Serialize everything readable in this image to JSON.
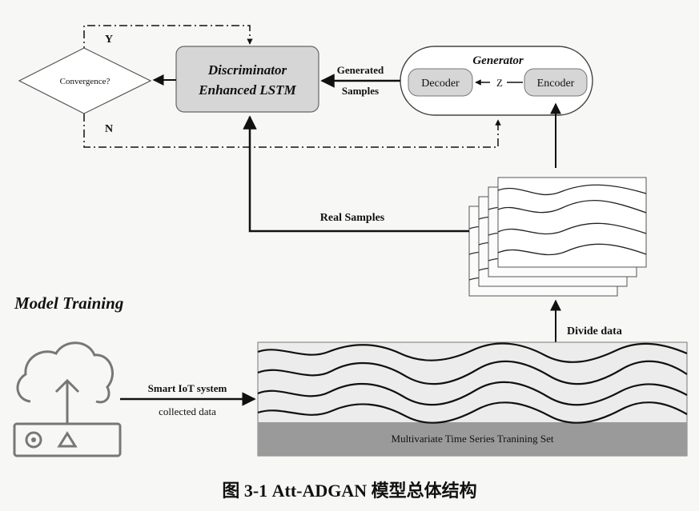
{
  "diagram": {
    "decision": {
      "label": "Convergence?",
      "yes": "Y",
      "no": "N"
    },
    "discriminator": {
      "line1": "Discriminator",
      "line2": "Enhanced LSTM"
    },
    "generator": {
      "title": "Generator",
      "decoder": "Decoder",
      "encoder": "Encoder",
      "latent": "Z"
    },
    "edges": {
      "generated": [
        "Generated",
        "Samples"
      ],
      "real": "Real Samples",
      "divide": "Divide data",
      "smart_iot": [
        "Smart IoT system",
        "collected data"
      ]
    },
    "section_title": "Model Training",
    "training_set": "Multivariate Time Series Tranining Set"
  },
  "caption": "图 3-1 Att-ADGAN 模型总体结构"
}
